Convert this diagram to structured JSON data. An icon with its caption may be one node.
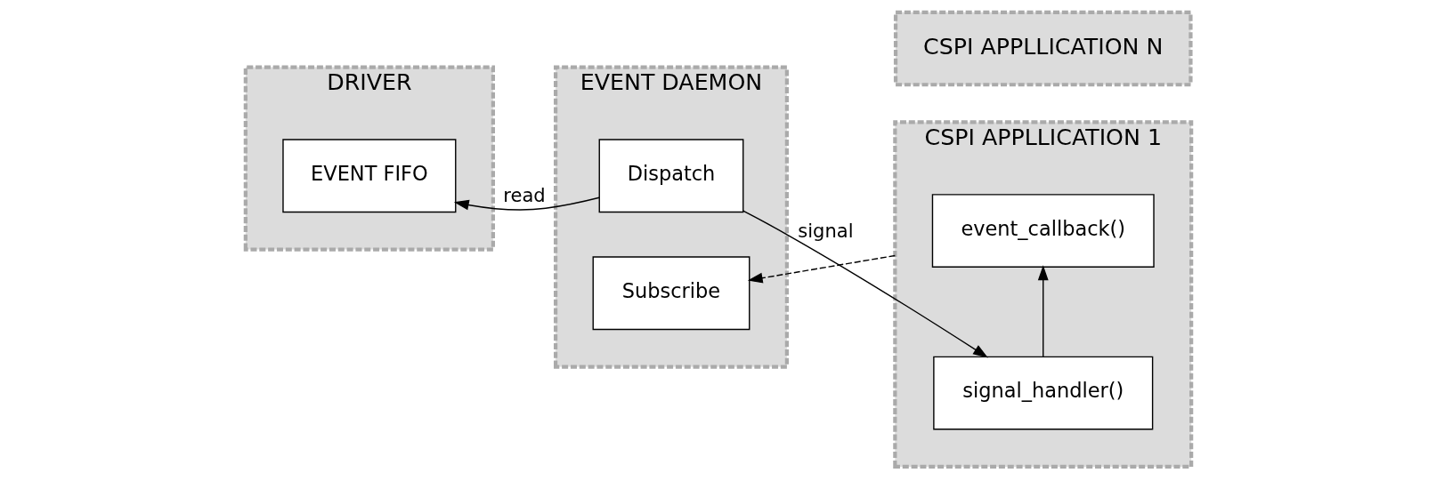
{
  "diagram": {
    "nodes": [
      {
        "text": [
          "DRIVER"
        ]
      },
      {
        "text": [
          "EVENT FIFO"
        ],
        "in": 0
      },
      {
        "text": [
          "EVENT DAEMON"
        ]
      },
      {
        "text": [
          "Dispatch"
        ],
        "in": 2
      },
      {
        "text": [
          "Subscribe"
        ],
        "in": 2
      },
      {
        "text": [
          "CSPI APPLLICATION N"
        ]
      },
      {
        "text": [
          "CSPI APPLLICATION 1"
        ]
      },
      {
        "text": [
          "signal_handler()"
        ],
        "in": 6
      },
      {
        "text": [
          "event_callback()"
        ],
        "in": 6
      }
    ],
    "edges": [
      {
        "from": 3,
        "to": 1,
        "arrow": "to",
        "label": "read"
      },
      {
        "from": 3,
        "to": 7,
        "arrow": "to",
        "label": "signal"
      },
      {
        "from": 7,
        "to": 8,
        "arrow": "to"
      },
      {
        "from": 6,
        "to": 4,
        "arrow": "to",
        "style": "dashed"
      }
    ]
  }
}
